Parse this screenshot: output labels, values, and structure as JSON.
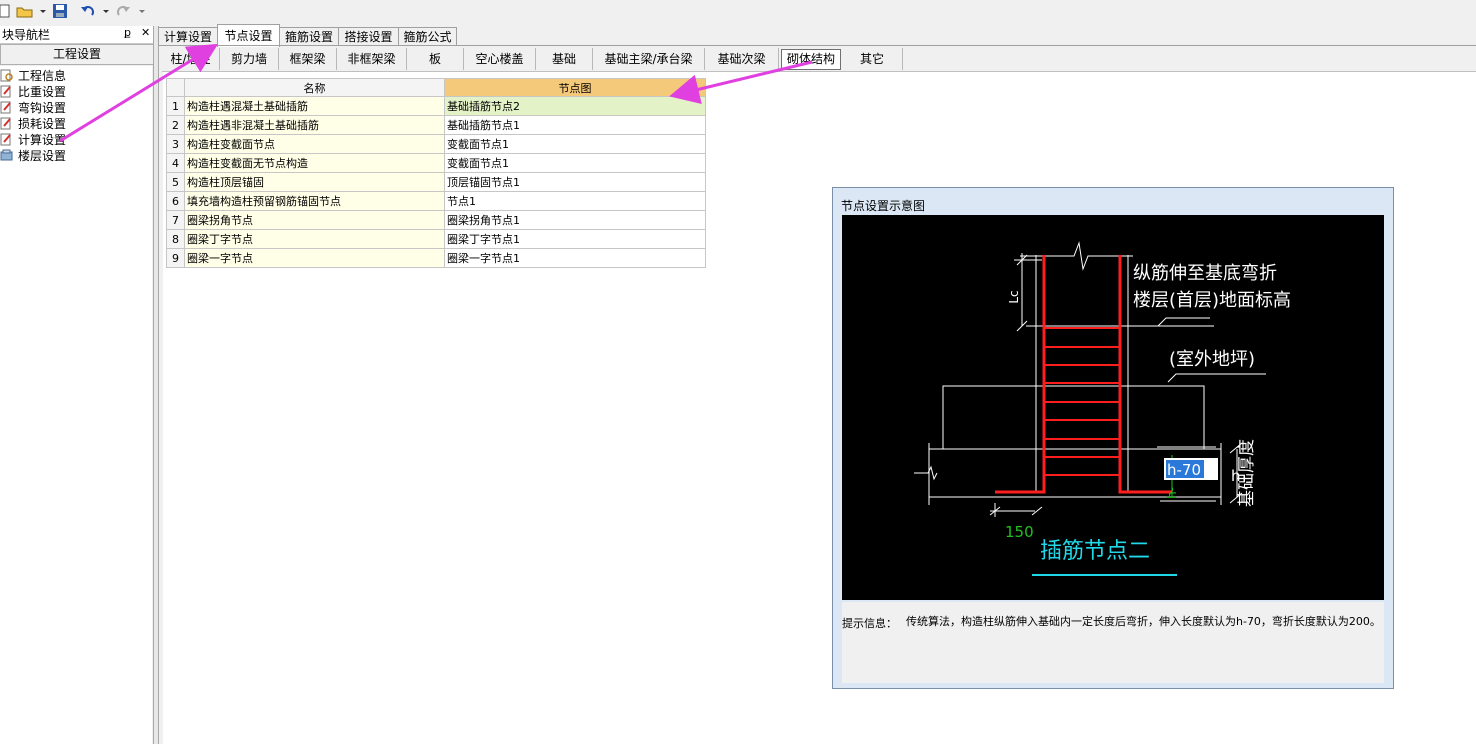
{
  "toolbar": {
    "icons": [
      "new-icon",
      "open-icon",
      "save-icon",
      "undo-icon",
      "redo-icon"
    ]
  },
  "nav": {
    "title": "块导航栏",
    "pin": "ք",
    "close": "✕",
    "section": "工程设置",
    "items": [
      {
        "label": "工程信息",
        "icon": "info-icon"
      },
      {
        "label": "比重设置",
        "icon": "weight-icon"
      },
      {
        "label": "弯钩设置",
        "icon": "hook-icon"
      },
      {
        "label": "损耗设置",
        "icon": "loss-icon"
      },
      {
        "label": "计算设置",
        "icon": "calc-icon"
      },
      {
        "label": "楼层设置",
        "icon": "floor-icon"
      }
    ]
  },
  "tabs": [
    "计算设置",
    "节点设置",
    "箍筋设置",
    "搭接设置",
    "箍筋公式"
  ],
  "subtabs": [
    "柱/墙柱",
    "剪力墙",
    "框架梁",
    "非框架梁",
    "板",
    "空心楼盖",
    "基础",
    "基础主梁/承台梁",
    "基础次梁",
    "砌体结构",
    "其它"
  ],
  "grid": {
    "headers": {
      "name": "名称",
      "node": "节点图"
    },
    "rows": [
      {
        "n": "1",
        "name": "构造柱遇混凝土基础插筋",
        "node": "基础插筋节点2"
      },
      {
        "n": "2",
        "name": "构造柱遇非混凝土基础插筋",
        "node": "基础插筋节点1"
      },
      {
        "n": "3",
        "name": "构造柱变截面节点",
        "node": "变截面节点1"
      },
      {
        "n": "4",
        "name": "构造柱变截面无节点构造",
        "node": "变截面节点1"
      },
      {
        "n": "5",
        "name": "构造柱顶层锚固",
        "node": "顶层锚固节点1"
      },
      {
        "n": "6",
        "name": "填充墙构造柱预留钢筋锚固节点",
        "node": "节点1"
      },
      {
        "n": "7",
        "name": "圈梁拐角节点",
        "node": "圈梁拐角节点1"
      },
      {
        "n": "8",
        "name": "圈梁丁字节点",
        "node": "圈梁丁字节点1"
      },
      {
        "n": "9",
        "name": "圈梁一字节点",
        "node": "圈梁一字节点1"
      }
    ]
  },
  "dialog": {
    "title": "节点设置示意图",
    "diagram": {
      "label_top1": "纵筋伸至基底弯折",
      "label_top2": "楼层(首层)地面标高",
      "label_outdoor": "(室外地坪)",
      "label_lc": "Lc",
      "label_h70": "h-70",
      "label_h": "h",
      "label_hside": "h-",
      "label_thickness": "基础厚度",
      "label_150": "150",
      "caption": "插筋节点二"
    },
    "info_label": "提示信息：",
    "info_text": "传统算法，构造柱纵筋伸入基础内一定长度后弯折，伸入长度默认为h-70，弯折长度默认为200。"
  },
  "colors": {
    "arrow": "#e040e0",
    "rebar": "#ff1e1e",
    "caption": "#20d8e8",
    "dim_green": "#20c020",
    "header_selected": "#f5c97a"
  }
}
